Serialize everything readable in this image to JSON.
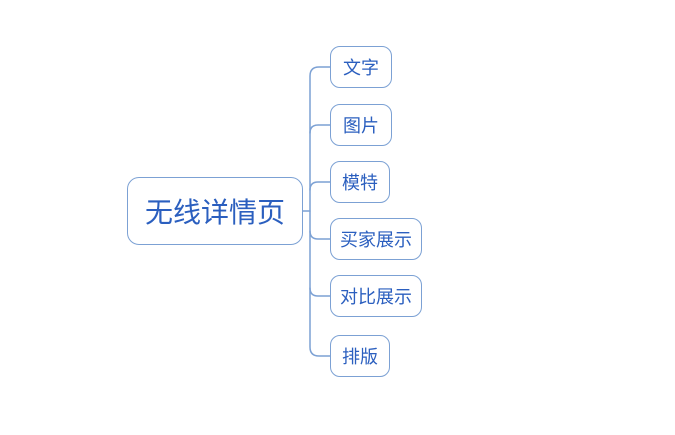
{
  "mindmap": {
    "root": {
      "label": "无线详情页"
    },
    "children": [
      {
        "label": "文字"
      },
      {
        "label": "图片"
      },
      {
        "label": "模特"
      },
      {
        "label": "买家展示"
      },
      {
        "label": "对比展示"
      },
      {
        "label": "排版"
      }
    ],
    "colors": {
      "node_border": "#7CA1D4",
      "connector": "#7CA1D4",
      "node_text": "#2B5FBF",
      "background": "#FFFFFF"
    }
  }
}
